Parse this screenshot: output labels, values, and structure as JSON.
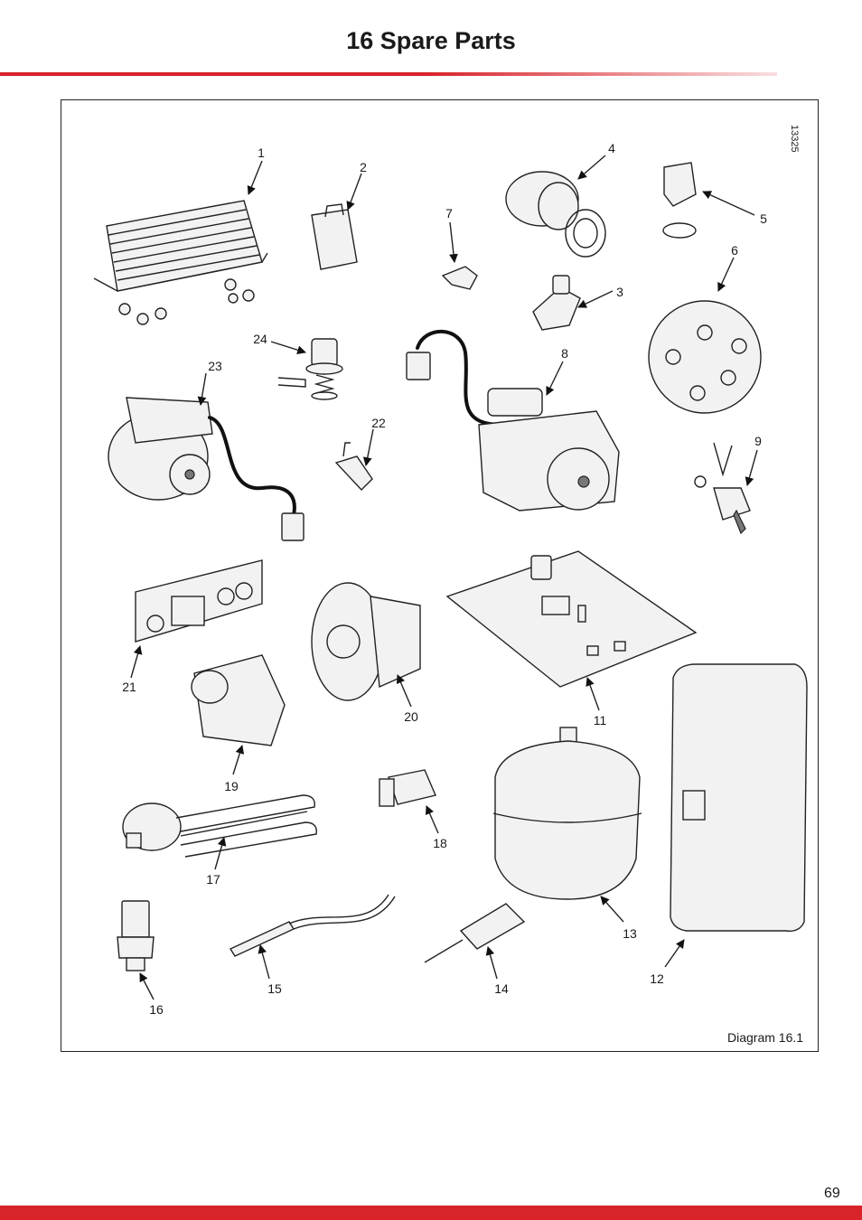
{
  "header": {
    "title": "16 Spare Parts"
  },
  "diagram": {
    "reference": "13325",
    "caption": "Diagram 16.1",
    "callouts": [
      "1",
      "2",
      "3",
      "4",
      "5",
      "6",
      "7",
      "8",
      "9",
      "11",
      "12",
      "13",
      "14",
      "15",
      "16",
      "17",
      "18",
      "19",
      "20",
      "21",
      "22",
      "23",
      "24"
    ]
  },
  "footer": {
    "page_number": "69"
  },
  "colors": {
    "accent": "#d8232a",
    "line": "#222222"
  }
}
